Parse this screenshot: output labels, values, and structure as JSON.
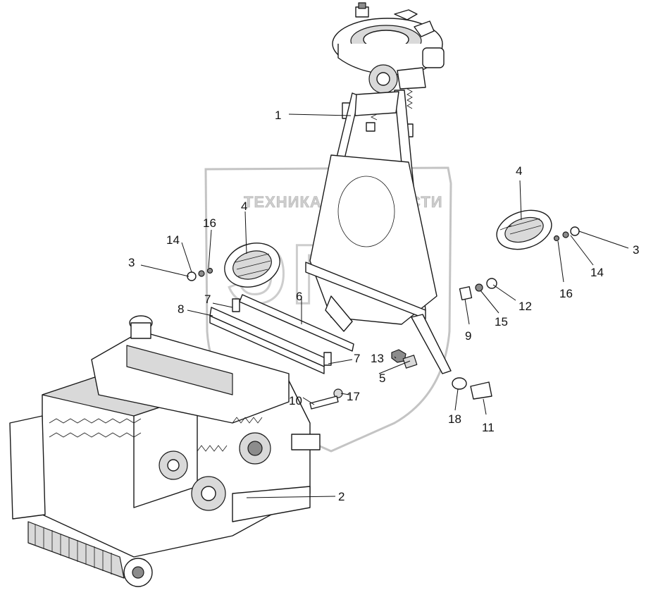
{
  "watermark": {
    "left_word": "ТЕХНИКА",
    "right_word": "ЗАПЧАСТИ",
    "monogram": "ЭПФ"
  },
  "callouts": [
    {
      "id": "c1",
      "label": "1"
    },
    {
      "id": "c2",
      "label": "2"
    },
    {
      "id": "c3a",
      "label": "3"
    },
    {
      "id": "c3b",
      "label": "3"
    },
    {
      "id": "c4a",
      "label": "4"
    },
    {
      "id": "c4b",
      "label": "4"
    },
    {
      "id": "c5",
      "label": "5"
    },
    {
      "id": "c6",
      "label": "6"
    },
    {
      "id": "c7a",
      "label": "7"
    },
    {
      "id": "c7b",
      "label": "7"
    },
    {
      "id": "c8",
      "label": "8"
    },
    {
      "id": "c9",
      "label": "9"
    },
    {
      "id": "c10",
      "label": "10"
    },
    {
      "id": "c11",
      "label": "11"
    },
    {
      "id": "c12",
      "label": "12"
    },
    {
      "id": "c13",
      "label": "13"
    },
    {
      "id": "c14a",
      "label": "14"
    },
    {
      "id": "c14b",
      "label": "14"
    },
    {
      "id": "c15",
      "label": "15"
    },
    {
      "id": "c16a",
      "label": "16"
    },
    {
      "id": "c16b",
      "label": "16"
    },
    {
      "id": "c17",
      "label": "17"
    },
    {
      "id": "c18",
      "label": "18"
    }
  ]
}
